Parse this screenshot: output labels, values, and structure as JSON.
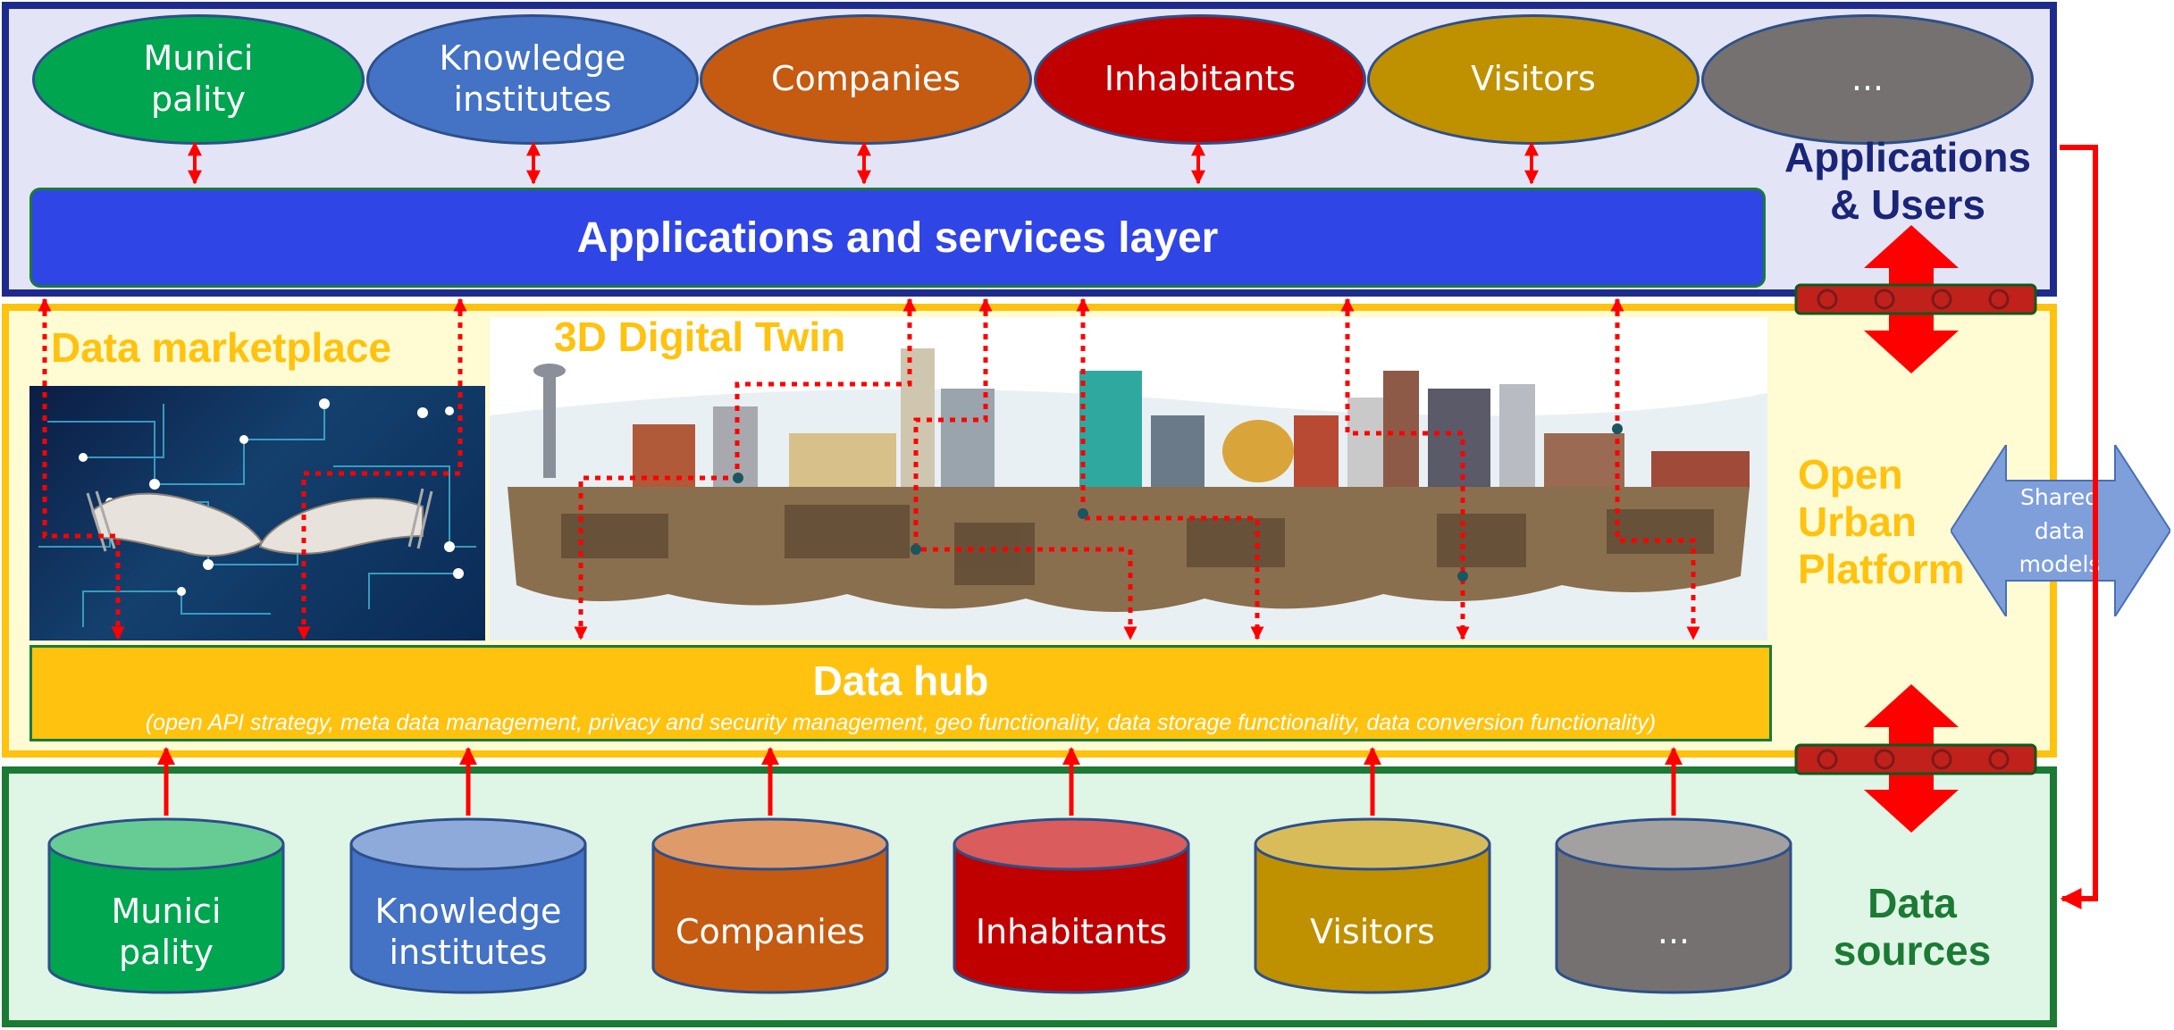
{
  "users": [
    {
      "label": "Munici\npality",
      "color": "#00a550"
    },
    {
      "label": "Knowledge\ninstitutes",
      "color": "#4472c4"
    },
    {
      "label": "Companies",
      "color": "#c55a11"
    },
    {
      "label": "Inhabitants",
      "color": "#c00000"
    },
    {
      "label": "Visitors",
      "color": "#bf9000"
    },
    {
      "label": "...",
      "color": "#757171"
    }
  ],
  "applications_layer": "Applications and services layer",
  "applications_users_title": "Applications\n& Users",
  "data_marketplace_title": "Data marketplace",
  "digital_twin_title": "3D Digital Twin",
  "data_hub": {
    "title": "Data hub",
    "subtitle": "(open API strategy, meta data management, privacy and security management, geo functionality, data storage functionality, data conversion functionality)"
  },
  "open_urban_platform_title": "Open\nUrban\nPlatform",
  "shared_data_models": "Shared\ndata\nmodels",
  "sources": [
    {
      "label": "Munici\npality",
      "color": "#00a550",
      "top_color": "#66cc94"
    },
    {
      "label": "Knowledge\ninstitutes",
      "color": "#4472c4",
      "top_color": "#8eaadb"
    },
    {
      "label": "Companies",
      "color": "#c55a11",
      "top_color": "#df9a6a"
    },
    {
      "label": "Inhabitants",
      "color": "#c00000",
      "top_color": "#da5c5c"
    },
    {
      "label": "Visitors",
      "color": "#bf9000",
      "top_color": "#d9bc5a"
    },
    {
      "label": "...",
      "color": "#757171",
      "top_color": "#a3a0a0"
    }
  ],
  "data_sources_title": "Data\nsources",
  "colors": {
    "arrow_red": "#ff0000",
    "connector_green": "#1a7a3a",
    "platform_yellow": "#ffc20e",
    "app_blue": "#2f45e6"
  }
}
